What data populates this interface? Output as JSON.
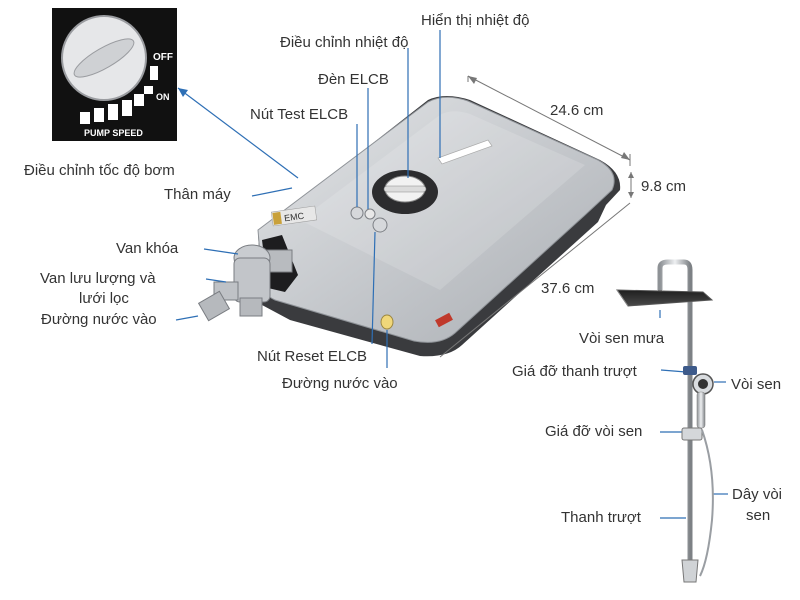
{
  "labels": {
    "temp_display": "Hiển thị nhiệt độ",
    "temp_adjust": "Điều chỉnh nhiệt độ",
    "elcb_light": "Đèn ELCB",
    "elcb_test": "Nút Test ELCB",
    "pump_speed_adjust": "Điều chỉnh tốc độ bơm",
    "body": "Thân máy",
    "lock_valve": "Van khóa",
    "flow_valve_line1": "Van lưu lượng và",
    "flow_valve_line2": "lưới lọc",
    "water_inlet_left": "Đường nước vào",
    "elcb_reset": "Nút Reset ELCB",
    "water_inlet_bottom": "Đường nước vào",
    "rain_shower": "Vòi sen mưa",
    "slide_bar_holder": "Giá đỡ thanh trượt",
    "hand_shower": "Vòi sen",
    "hand_shower_holder": "Giá đỡ vòi sen",
    "hose_line1": "Dây vòi",
    "hose_line2": "sen",
    "slide_bar": "Thanh trượt"
  },
  "dimensions": {
    "width": "24.6 cm",
    "depth": "9.8 cm",
    "length": "37.6 cm"
  },
  "inset": {
    "off_text": "OFF",
    "on_text": "ON",
    "pump_speed_text": "PUMP SPEED"
  },
  "product": {
    "brand_text": "EMC"
  },
  "colors": {
    "leader_line": "#2e6fb5",
    "body_silver": "#c9ccd0",
    "body_dark": "#3a3b3e",
    "inset_bg": "#111111"
  }
}
